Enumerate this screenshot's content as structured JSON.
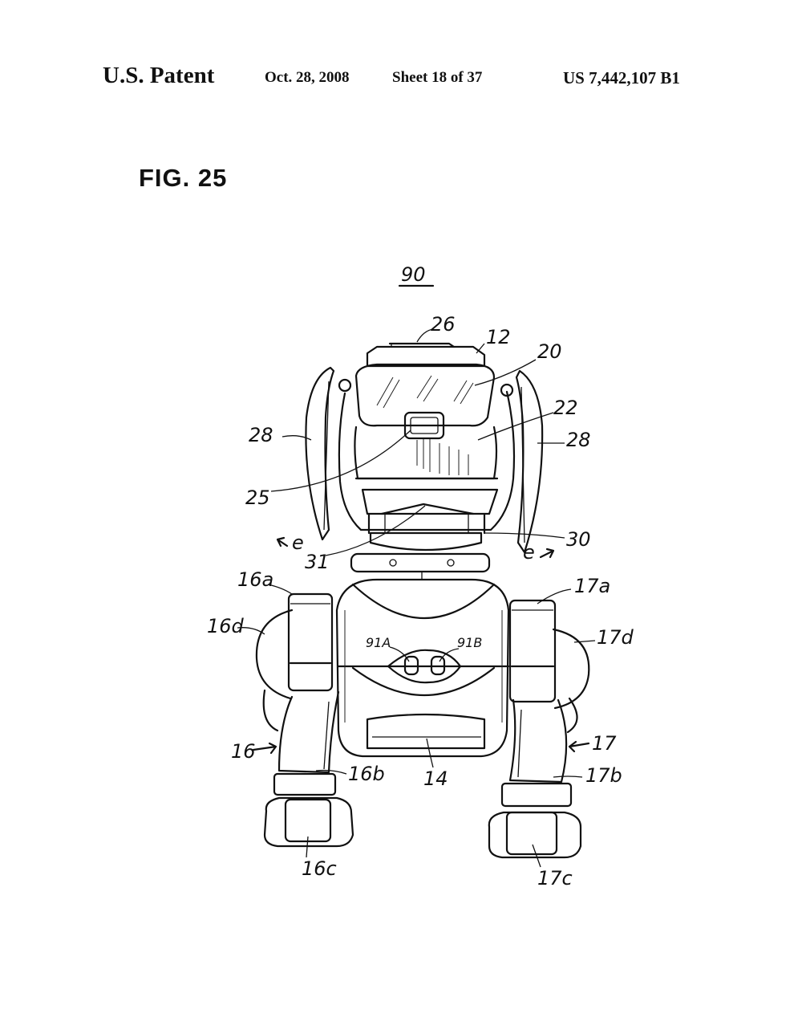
{
  "header": {
    "title": "U.S. Patent",
    "date": "Oct. 28, 2008",
    "sheet": "Sheet 18 of 37",
    "patent_number": "US 7,442,107 B1"
  },
  "figure": {
    "label": "FIG. 25",
    "main_reference": "90",
    "reference_numerals": {
      "r26": "26",
      "r12": "12",
      "r20": "20",
      "r22": "22",
      "r28_left": "28",
      "r28_right": "28",
      "r25": "25",
      "r30": "30",
      "r31": "31",
      "e_left": "e",
      "e_right": "e",
      "r16a": "16a",
      "r16d": "16d",
      "r17a": "17a",
      "r17d": "17d",
      "r91A": "91A",
      "r91B": "91B",
      "r16": "16",
      "r16b": "16b",
      "r14": "14",
      "r17": "17",
      "r17b": "17b",
      "r16c": "16c",
      "r17c": "17c"
    }
  }
}
